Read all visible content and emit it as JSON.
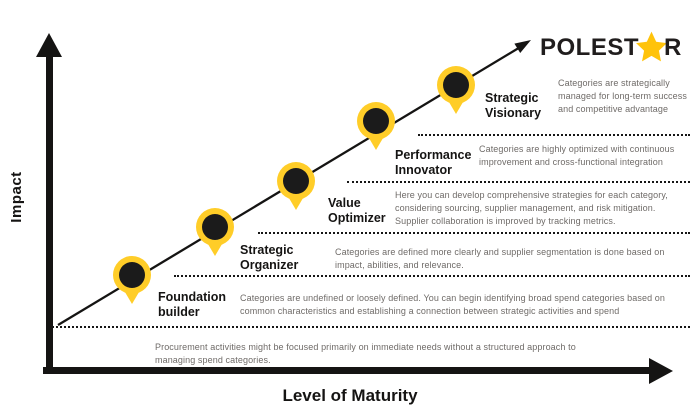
{
  "brand": {
    "name": "POLESTAR",
    "logo_text_left": "POLEST",
    "logo_text_right": "R",
    "star_icon": "star",
    "star_color": "#FFC30B"
  },
  "axes": {
    "y_label": "Impact",
    "x_label": "Level of Maturity"
  },
  "levels": [
    {
      "label": "Foundation builder",
      "description": "Categories are undefined or loosely defined. You can begin identifying broad spend categories based on common characteristics and establishing a connection between strategic activities and spend"
    },
    {
      "label": "Strategic Organizer",
      "description": "Categories are defined more clearly and supplier segmentation is done based on impact, abilities, and relevance."
    },
    {
      "label": "Value Optimizer",
      "description": "Here you can develop comprehensive strategies for each category, considering sourcing, supplier management, and risk mitigation. Supplier collaboration is improved by tracking metrics."
    },
    {
      "label": "Performance Innovator",
      "description": "Categories are highly optimized with continuous improvement and cross-functional integration"
    },
    {
      "label": "Strategic Visionary",
      "description": "Categories are strategically managed for long-term success and competitive advantage"
    }
  ],
  "baseline_note": "Procurement activities might be focused primarily on immediate needs without a structured approach to managing spend categories.",
  "colors": {
    "pin_yellow": "#FFCD28",
    "ink_black": "#151413",
    "text_gray": "#6F6B68"
  }
}
